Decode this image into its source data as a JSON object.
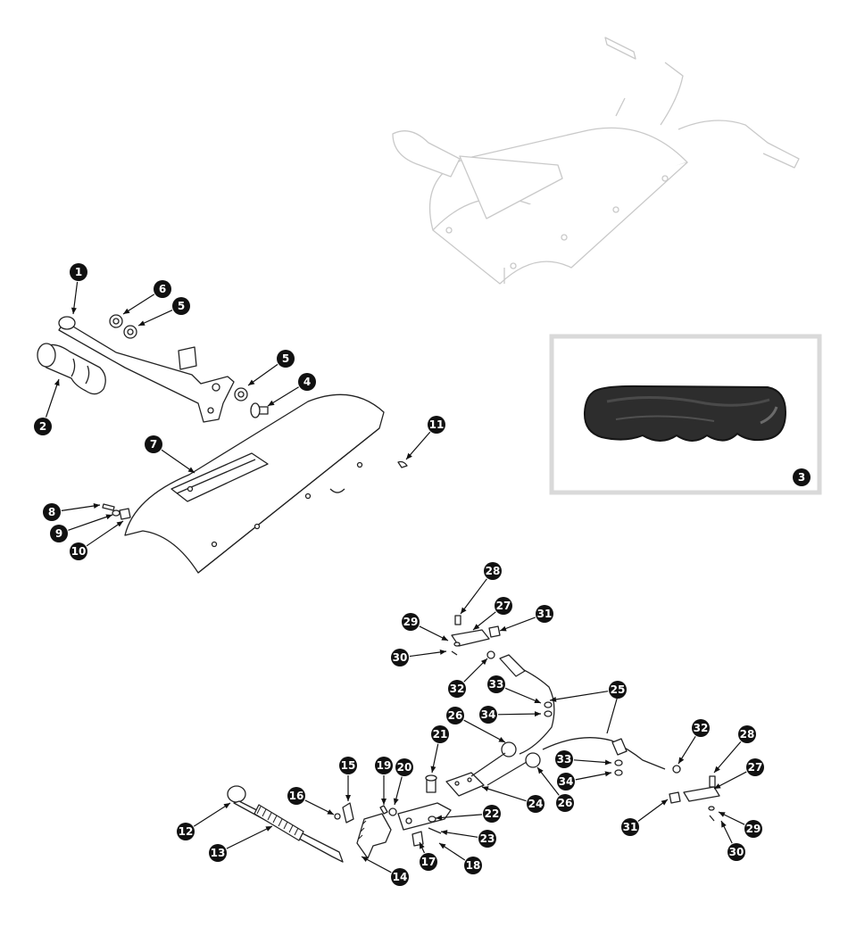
{
  "inset": {
    "part_number": "3",
    "image_name": "handbrake-grip-photo"
  },
  "callouts": [
    {
      "id": "c1",
      "label": "1"
    },
    {
      "id": "c2",
      "label": "2"
    },
    {
      "id": "c4",
      "label": "4"
    },
    {
      "id": "c5a",
      "label": "5"
    },
    {
      "id": "c5b",
      "label": "5"
    },
    {
      "id": "c6",
      "label": "6"
    },
    {
      "id": "c7",
      "label": "7"
    },
    {
      "id": "c8",
      "label": "8"
    },
    {
      "id": "c9",
      "label": "9"
    },
    {
      "id": "c10",
      "label": "10"
    },
    {
      "id": "c11",
      "label": "11"
    },
    {
      "id": "c12",
      "label": "12"
    },
    {
      "id": "c13",
      "label": "13"
    },
    {
      "id": "c14",
      "label": "14"
    },
    {
      "id": "c15",
      "label": "15"
    },
    {
      "id": "c16",
      "label": "16"
    },
    {
      "id": "c17",
      "label": "17"
    },
    {
      "id": "c18",
      "label": "18"
    },
    {
      "id": "c19",
      "label": "19"
    },
    {
      "id": "c20",
      "label": "20"
    },
    {
      "id": "c21",
      "label": "21"
    },
    {
      "id": "c22",
      "label": "22"
    },
    {
      "id": "c23",
      "label": "23"
    },
    {
      "id": "c24",
      "label": "24"
    },
    {
      "id": "c25",
      "label": "25"
    },
    {
      "id": "c26a",
      "label": "26"
    },
    {
      "id": "c26b",
      "label": "26"
    },
    {
      "id": "c27a",
      "label": "27"
    },
    {
      "id": "c27b",
      "label": "27"
    },
    {
      "id": "c28a",
      "label": "28"
    },
    {
      "id": "c28b",
      "label": "28"
    },
    {
      "id": "c29a",
      "label": "29"
    },
    {
      "id": "c29b",
      "label": "29"
    },
    {
      "id": "c30a",
      "label": "30"
    },
    {
      "id": "c30b",
      "label": "30"
    },
    {
      "id": "c31a",
      "label": "31"
    },
    {
      "id": "c31b",
      "label": "31"
    },
    {
      "id": "c32a",
      "label": "32"
    },
    {
      "id": "c32b",
      "label": "32"
    },
    {
      "id": "c33a",
      "label": "33"
    },
    {
      "id": "c33b",
      "label": "33"
    },
    {
      "id": "c34a",
      "label": "34"
    },
    {
      "id": "c34b",
      "label": "34"
    }
  ]
}
